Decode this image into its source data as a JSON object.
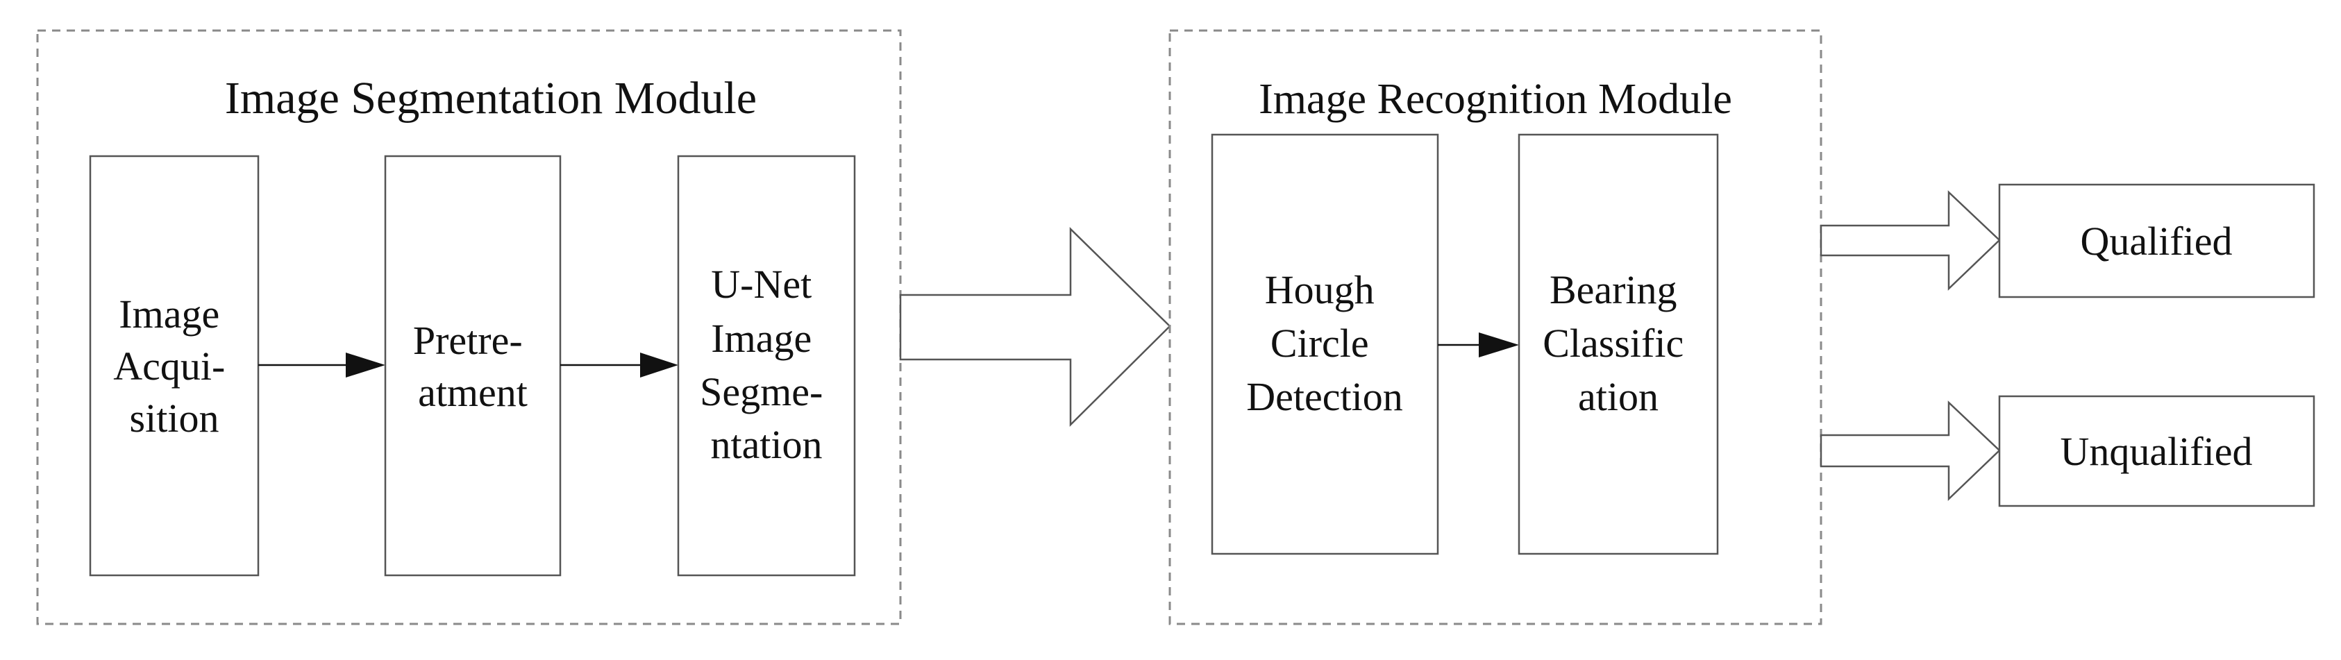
{
  "modules": {
    "segmentation": {
      "title": "Image Segmentation Module",
      "steps": [
        {
          "lines": [
            "Image",
            "Acqui-",
            "sition"
          ]
        },
        {
          "lines": [
            "Pretre-",
            "atment"
          ]
        },
        {
          "lines": [
            "U-Net",
            "Image",
            "Segme-",
            "ntation"
          ]
        }
      ]
    },
    "recognition": {
      "title": "Image Recognition Module",
      "steps": [
        {
          "lines": [
            "Hough",
            "Circle",
            "Detection"
          ]
        },
        {
          "lines": [
            "Bearing",
            "Classific",
            "ation"
          ]
        }
      ]
    }
  },
  "outputs": [
    {
      "label": "Qualified"
    },
    {
      "label": "Unqualified"
    }
  ],
  "colors": {
    "frame": "#8a8a8a",
    "box_stroke": "#555555",
    "text": "#111111",
    "background": "#ffffff"
  }
}
